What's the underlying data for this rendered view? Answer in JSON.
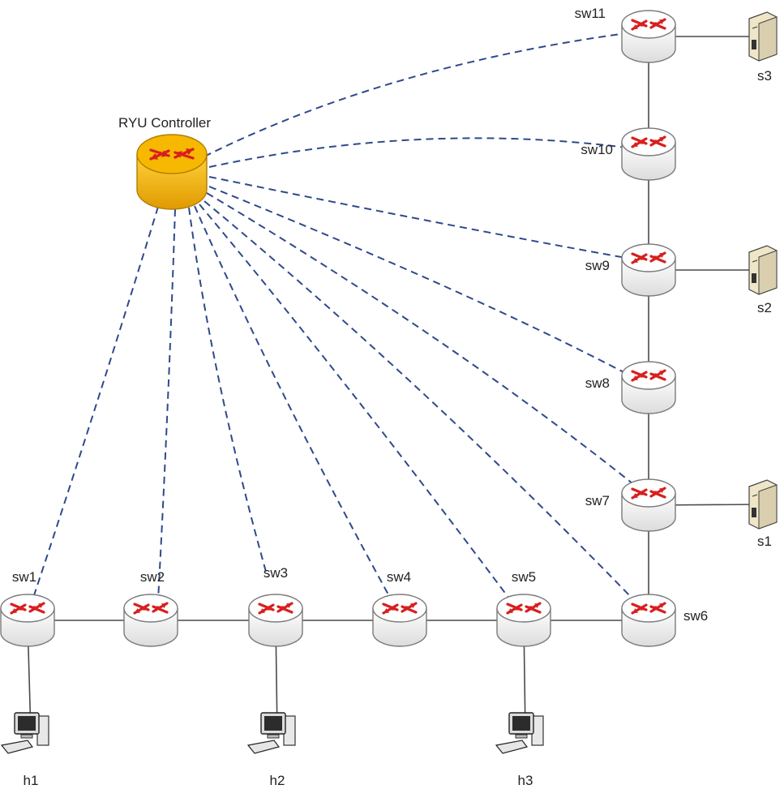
{
  "controller": {
    "label": "RYU Controller"
  },
  "switches": [
    {
      "id": "sw1",
      "label": "sw1"
    },
    {
      "id": "sw2",
      "label": "sw2"
    },
    {
      "id": "sw3",
      "label": "sw3"
    },
    {
      "id": "sw4",
      "label": "sw4"
    },
    {
      "id": "sw5",
      "label": "sw5"
    },
    {
      "id": "sw6",
      "label": "sw6"
    },
    {
      "id": "sw7",
      "label": "sw7"
    },
    {
      "id": "sw8",
      "label": "sw8"
    },
    {
      "id": "sw9",
      "label": "sw9"
    },
    {
      "id": "sw10",
      "label": "sw10"
    },
    {
      "id": "sw11",
      "label": "sw11"
    }
  ],
  "hosts": [
    {
      "id": "h1",
      "label": "h1"
    },
    {
      "id": "h2",
      "label": "h2"
    },
    {
      "id": "h3",
      "label": "h3"
    }
  ],
  "servers": [
    {
      "id": "s1",
      "label": "s1"
    },
    {
      "id": "s2",
      "label": "s2"
    },
    {
      "id": "s3",
      "label": "s3"
    }
  ],
  "links": [
    [
      "sw1",
      "sw2"
    ],
    [
      "sw2",
      "sw3"
    ],
    [
      "sw3",
      "sw4"
    ],
    [
      "sw4",
      "sw5"
    ],
    [
      "sw5",
      "sw6"
    ],
    [
      "sw6",
      "sw7"
    ],
    [
      "sw7",
      "sw8"
    ],
    [
      "sw8",
      "sw9"
    ],
    [
      "sw9",
      "sw10"
    ],
    [
      "sw10",
      "sw11"
    ],
    [
      "sw1",
      "h1"
    ],
    [
      "sw3",
      "h2"
    ],
    [
      "sw5",
      "h3"
    ],
    [
      "sw7",
      "s1"
    ],
    [
      "sw9",
      "s2"
    ],
    [
      "sw11",
      "s3"
    ]
  ],
  "control_links": [
    "sw1",
    "sw2",
    "sw3",
    "sw4",
    "sw5",
    "sw6",
    "sw7",
    "sw8",
    "sw9",
    "sw10",
    "sw11"
  ],
  "colors": {
    "router_body": "#ffffff",
    "router_edge": "#7a7a7a",
    "router_arrow": "#d81f1f",
    "controller_body": "#f2b400",
    "controller_edge": "#b07d00",
    "control_line": "#2f4a8a",
    "link_line": "#4a4a4a"
  }
}
